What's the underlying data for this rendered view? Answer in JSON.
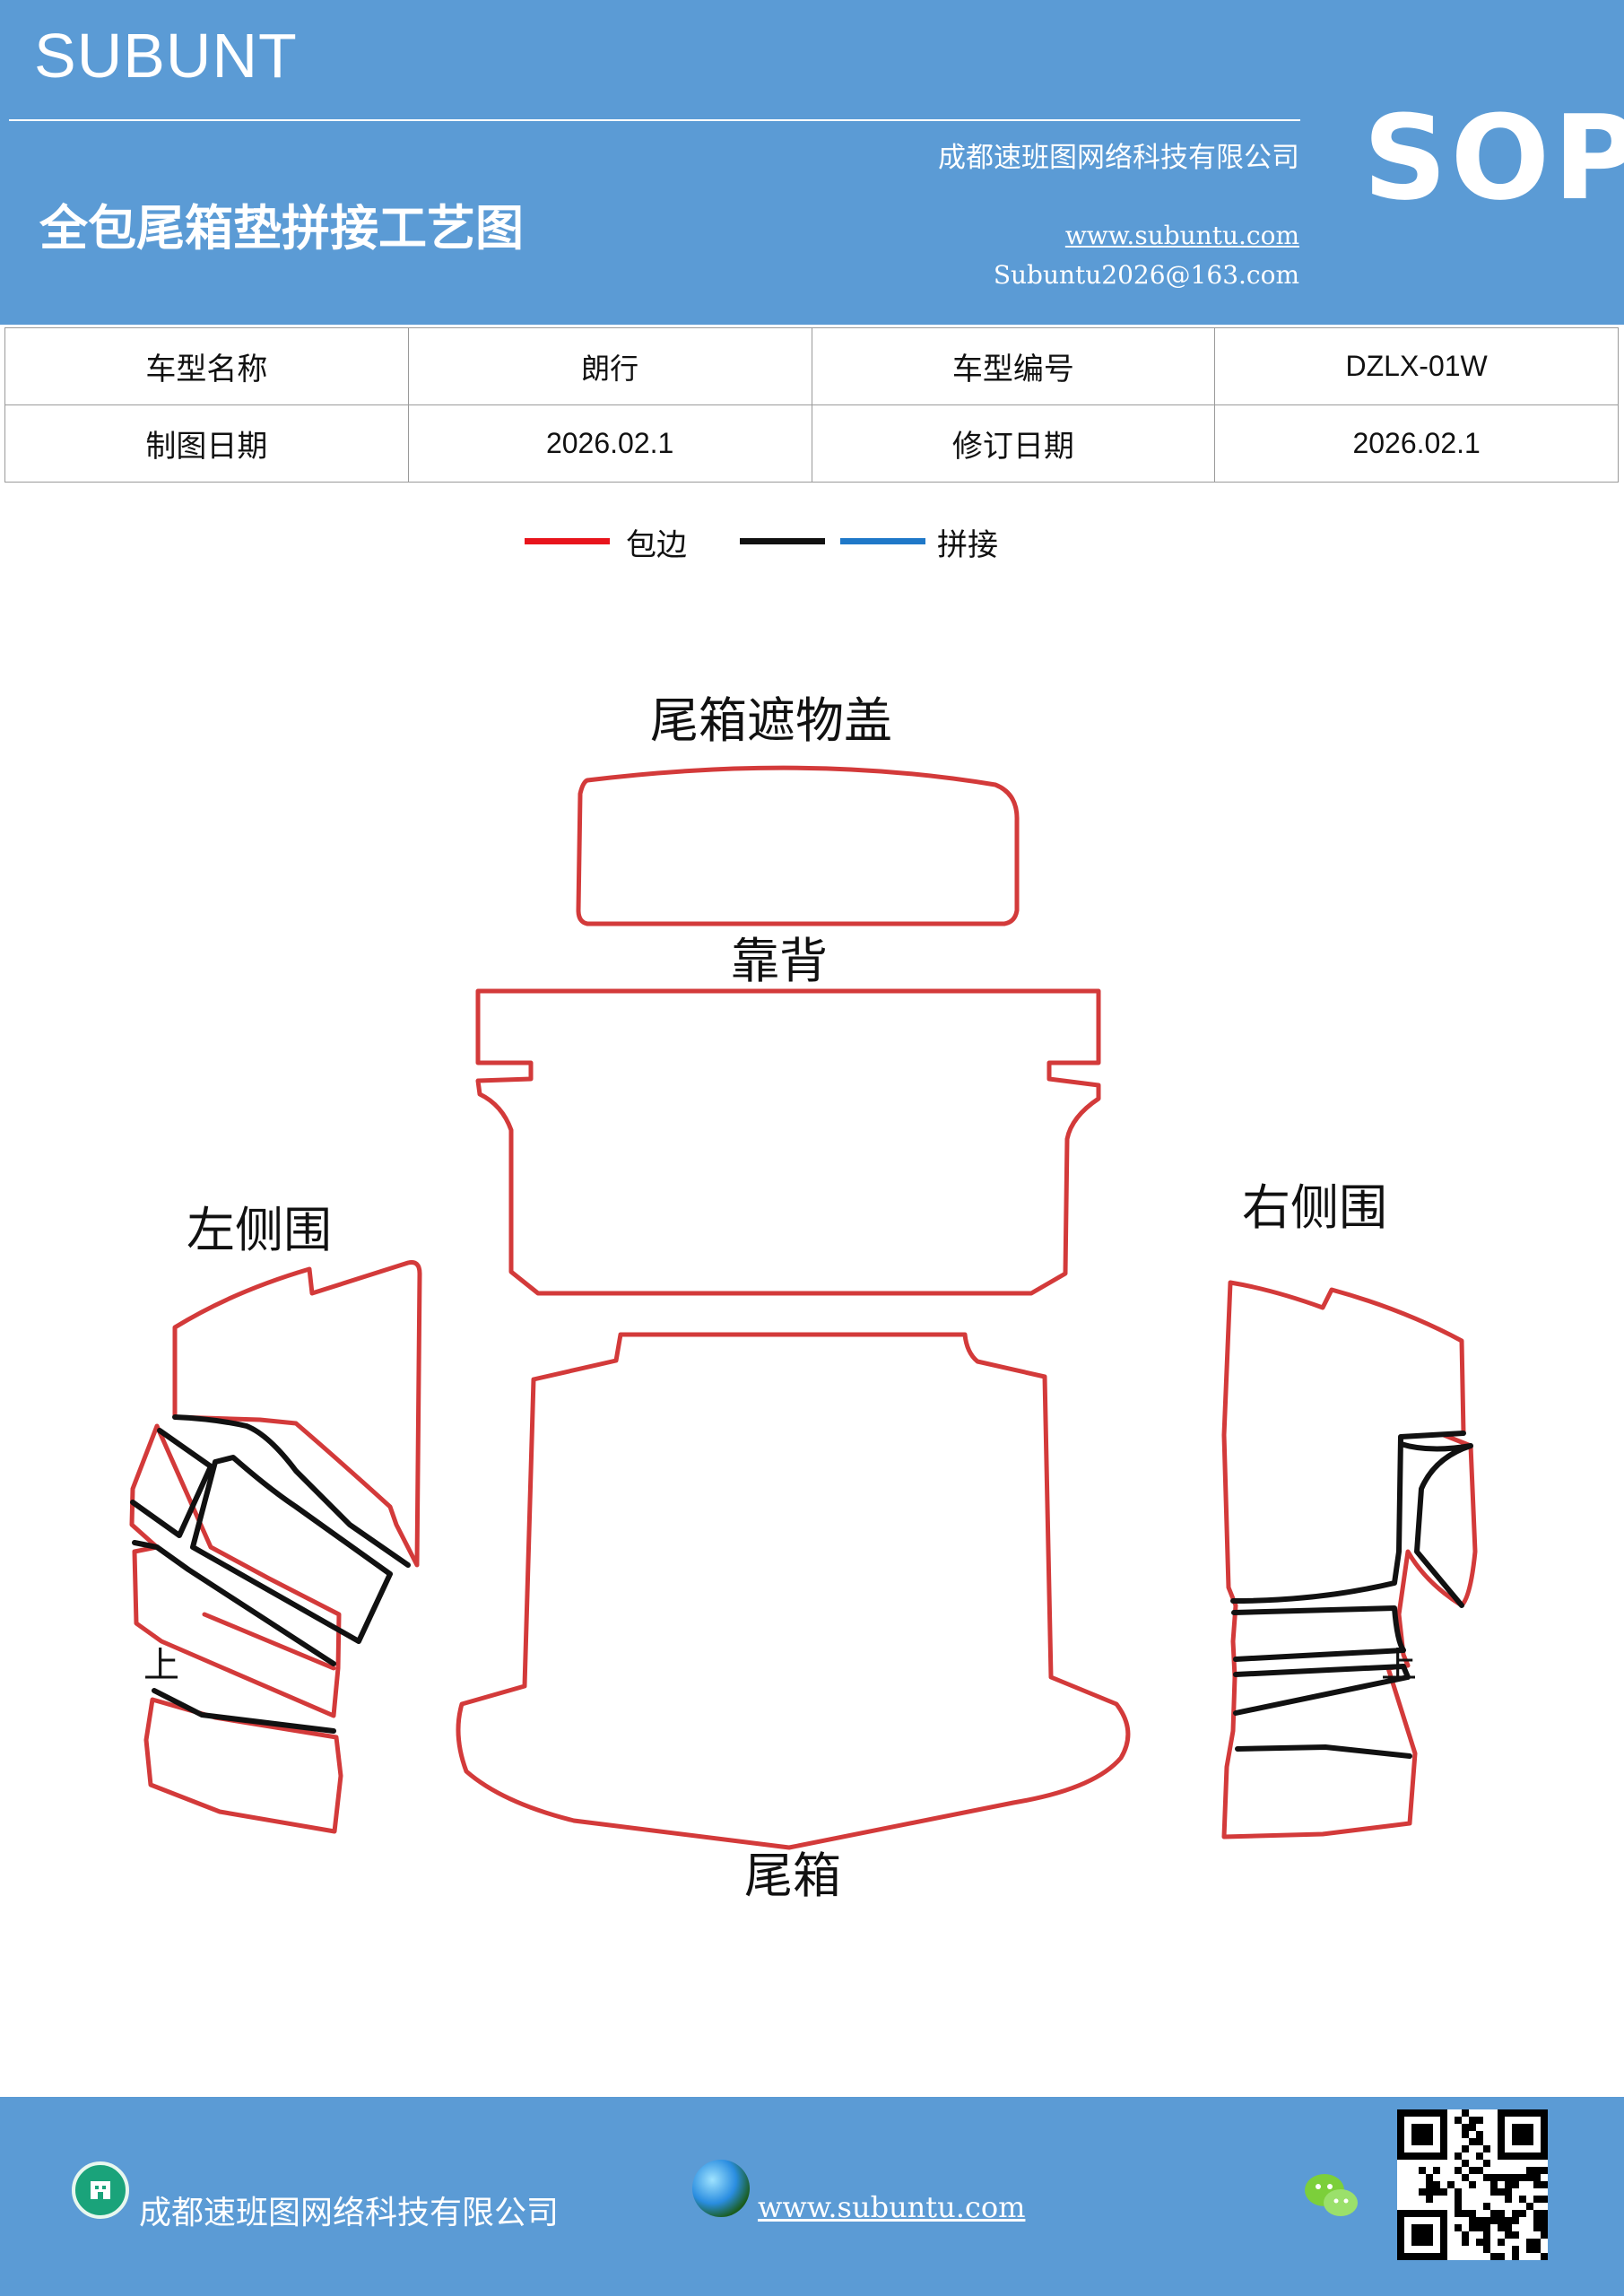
{
  "header": {
    "brand": "SUBUNT",
    "title": "全包尾箱垫拼接工艺图",
    "company": "成都速班图网络科技有限公司",
    "website": "www.subuntu.com",
    "email": "Subuntu2026@163.com",
    "badge": "SOP"
  },
  "info_table": {
    "rows": [
      {
        "label1": "车型名称",
        "value1": "朗行",
        "label2": "车型编号",
        "value2": "DZLX-01W"
      },
      {
        "label1": "制图日期",
        "value1": "2026.02.1",
        "label2": "修订日期",
        "value2": "2026.02.1"
      }
    ]
  },
  "legend": {
    "items": [
      {
        "label": "包边",
        "color": "#e8141c"
      },
      {
        "label": "",
        "color": "#111111"
      },
      {
        "label": "拼接",
        "color": "#1f78c8"
      }
    ]
  },
  "diagram": {
    "outline_color": "#d33a3a",
    "seam_color": "#111111",
    "parts": {
      "cargo_cover": "尾箱遮物盖",
      "backrest": "靠背",
      "left_side": "左侧围",
      "right_side": "右侧围",
      "trunk": "尾箱",
      "up_left": "上",
      "up_right": "上"
    }
  },
  "footer": {
    "company": "成都速班图网络科技有限公司",
    "website": "www.subuntu.com",
    "icons": [
      "company-icon",
      "globe-icon",
      "wechat-icon",
      "qr-code"
    ]
  }
}
